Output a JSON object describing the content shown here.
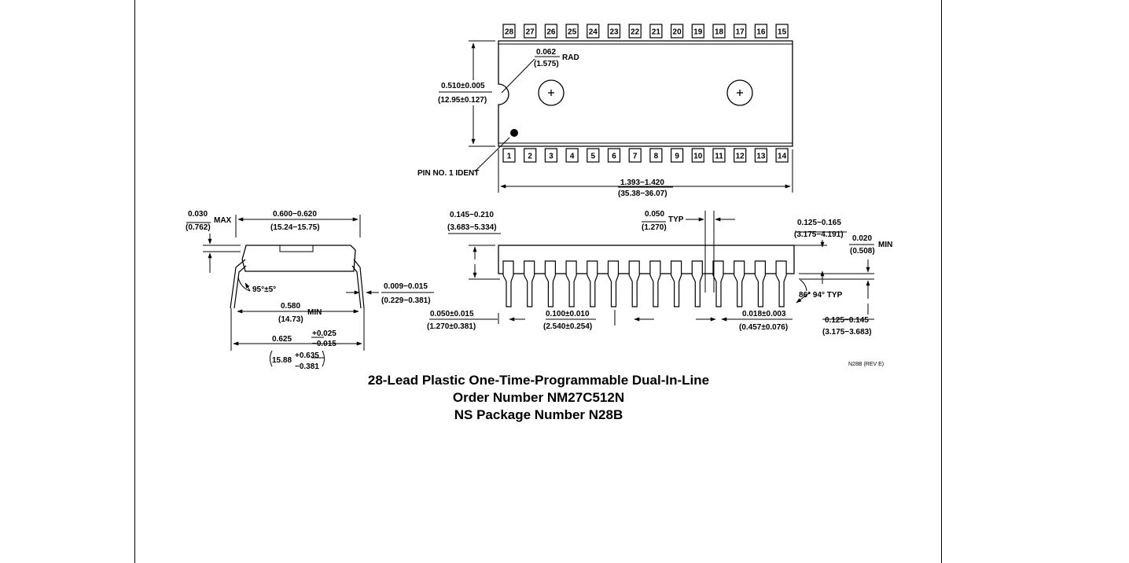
{
  "pins": {
    "top": [
      "28",
      "27",
      "26",
      "25",
      "24",
      "23",
      "22",
      "21",
      "20",
      "19",
      "18",
      "17",
      "16",
      "15"
    ],
    "bottom": [
      "1",
      "2",
      "3",
      "4",
      "5",
      "6",
      "7",
      "8",
      "9",
      "10",
      "11",
      "12",
      "13",
      "14"
    ]
  },
  "top_view": {
    "rad_in": "0.062",
    "rad_mm": "(1.575)",
    "rad_label": "RAD",
    "width_in": "0.510±0.005",
    "width_mm": "(12.95±0.127)",
    "pin1_label": "PIN NO. 1 IDENT",
    "length_in": "1.393−1.420",
    "length_mm": "(35.38−36.07)"
  },
  "end_view": {
    "standoff_in": "0.030",
    "standoff_mm": "(0.762)",
    "standoff_suffix": "MAX",
    "body_width_in": "0.600−0.620",
    "body_width_mm": "(15.24−15.75)",
    "lead_angle": "95°±5°",
    "lead_thk_in": "0.009−0.015",
    "lead_thk_mm": "(0.229−0.381)",
    "row_spacing_in": "0.580",
    "row_spacing_mm": "(14.73)",
    "row_spacing_suffix": "MIN",
    "overall_in": "0.625",
    "overall_in_tol_plus": "+0.025",
    "overall_in_tol_minus": "−0.015",
    "overall_mm": "15.88",
    "overall_mm_tol_plus": "+0.635",
    "overall_mm_tol_minus": "−0.381"
  },
  "side_view": {
    "height_in": "0.145−0.210",
    "height_mm": "(3.683−5.334)",
    "lead_width_in": "0.050",
    "lead_width_mm": "(1.270)",
    "lead_width_suffix": "TYP",
    "shoulder_in": "0.125−0.165",
    "shoulder_mm": "(3.175−4.191)",
    "seat_in": "0.020",
    "seat_mm": "(0.508)",
    "seat_suffix": "MIN",
    "angle": "86° 94° TYP",
    "end_lead_in": "0.050±0.015",
    "end_lead_mm": "(1.270±0.381)",
    "pitch_in": "0.100±0.010",
    "pitch_mm": "(2.540±0.254)",
    "lead_dia_in": "0.018±0.003",
    "lead_dia_mm": "(0.457±0.076)",
    "lead_len_in": "0.125−0.145",
    "lead_len_mm": "(3.175−3.683)"
  },
  "revision": "N28B (REV E)",
  "caption": {
    "line1": "28-Lead Plastic One-Time-Programmable Dual-In-Line",
    "line2": "Order Number NM27C512N",
    "line3": "NS Package Number N28B"
  }
}
